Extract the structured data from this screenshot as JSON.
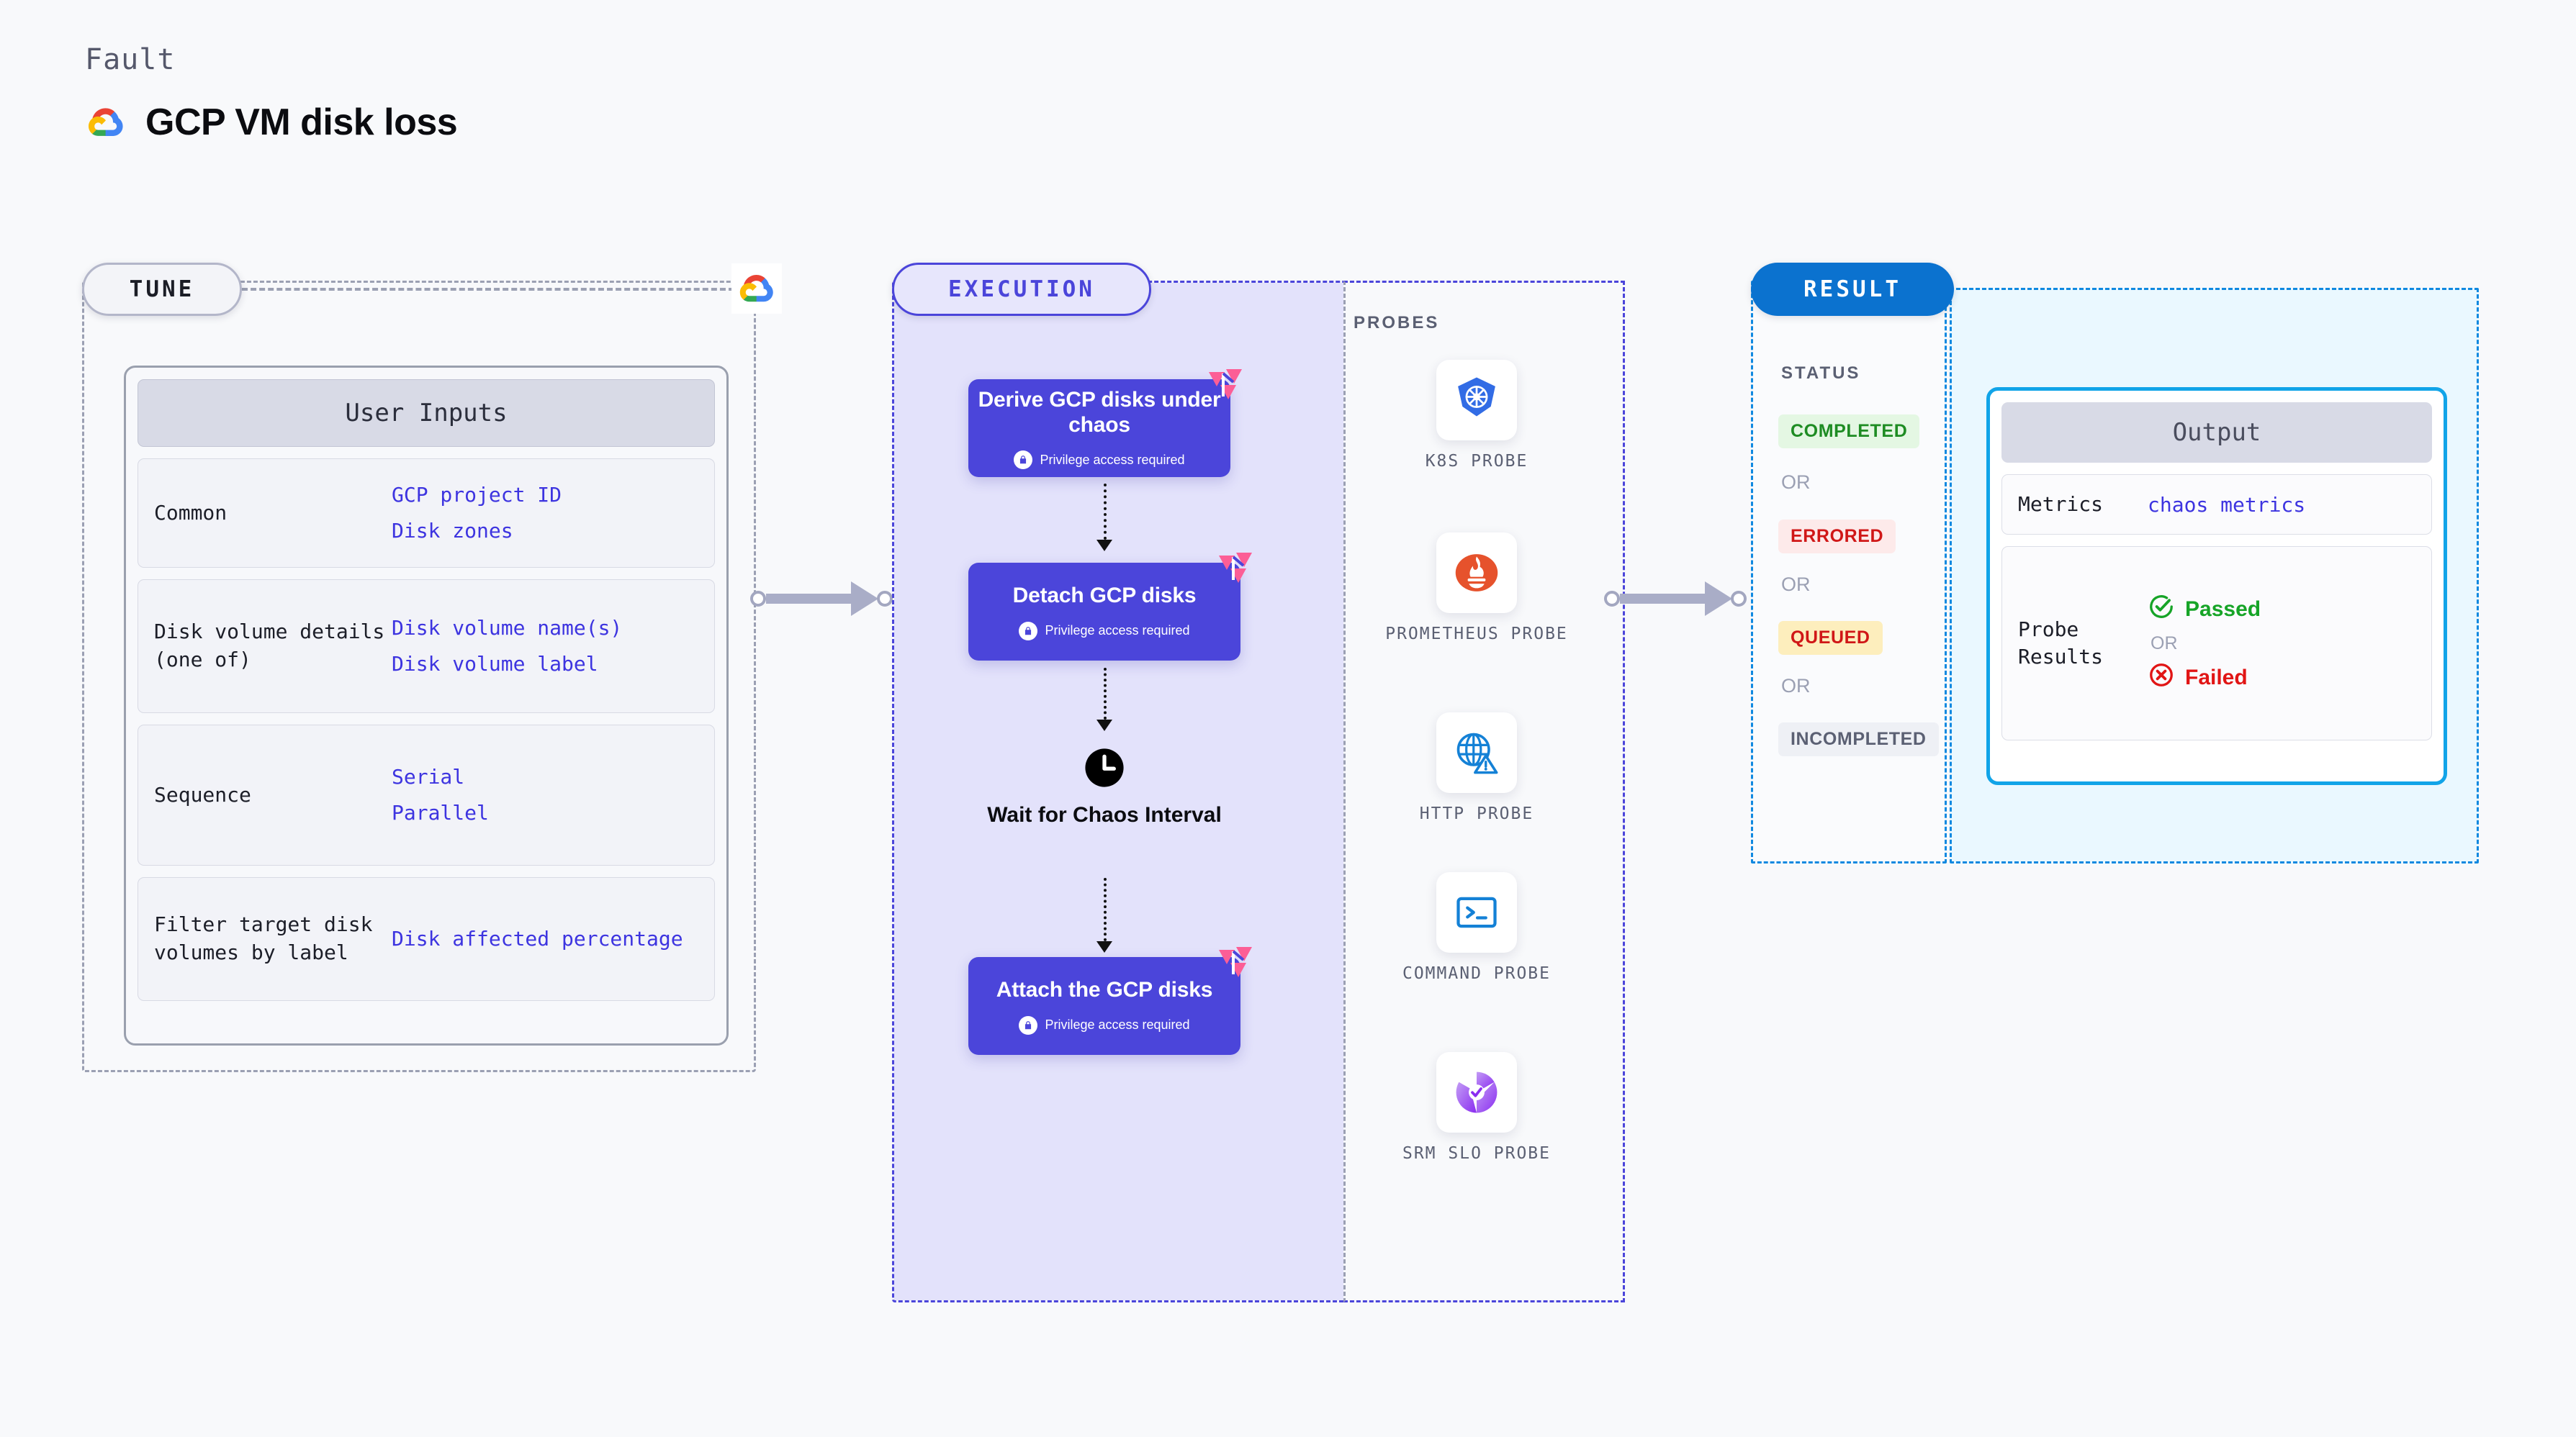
{
  "header": {
    "kicker": "Fault",
    "title": "GCP VM disk loss",
    "logo_icon": "gcp-logo"
  },
  "tune": {
    "pill_label": "TUNE",
    "provider_icon": "gcp-logo",
    "user_inputs": {
      "title": "User Inputs",
      "rows": [
        {
          "label": "Common",
          "values": [
            "GCP project ID",
            "Disk zones"
          ]
        },
        {
          "label": "Disk volume details (one of)",
          "values": [
            "Disk volume name(s)",
            "Disk volume label"
          ]
        },
        {
          "label": "Sequence",
          "values": [
            "Serial",
            "Parallel"
          ]
        },
        {
          "label": "Filter target disk volumes by label",
          "values": [
            "Disk affected percentage"
          ]
        }
      ]
    }
  },
  "execution": {
    "pill_label": "EXECUTION",
    "blocks": [
      {
        "title": "Derive GCP disks under chaos",
        "privilege": "Privilege access required",
        "badge_icon": "litmus-logo-icon",
        "lock_icon": "lock-icon"
      },
      {
        "title": "Detach GCP disks",
        "privilege": "Privilege access required",
        "badge_icon": "litmus-logo-icon",
        "lock_icon": "lock-icon"
      },
      {
        "title": "Attach the GCP disks",
        "privilege": "Privilege access required",
        "badge_icon": "litmus-logo-icon",
        "lock_icon": "lock-icon"
      }
    ],
    "wait_node": {
      "label": "Wait for Chaos Interval",
      "icon": "clock-icon"
    }
  },
  "probes": {
    "title": "PROBES",
    "items": [
      {
        "label": "K8S PROBE",
        "icon": "kubernetes-icon"
      },
      {
        "label": "PROMETHEUS PROBE",
        "icon": "prometheus-icon"
      },
      {
        "label": "HTTP PROBE",
        "icon": "http-globe-icon"
      },
      {
        "label": "COMMAND PROBE",
        "icon": "terminal-icon"
      },
      {
        "label": "SRM SLO PROBE",
        "icon": "srm-slo-icon"
      }
    ]
  },
  "result": {
    "pill_label": "RESULT",
    "status_title": "STATUS",
    "or_label": "OR",
    "statuses": [
      {
        "label": "COMPLETED",
        "bg": "#e4f7e3",
        "fg": "#1e8c23"
      },
      {
        "label": "ERRORED",
        "bg": "#fdeaea",
        "fg": "#d01717"
      },
      {
        "label": "QUEUED",
        "bg": "#fdeebd",
        "fg": "#d01717"
      },
      {
        "label": "INCOMPLETED",
        "bg": "#eef0f5",
        "fg": "#5b6073"
      }
    ],
    "output": {
      "title": "Output",
      "metrics_label": "Metrics",
      "metrics_value": "chaos metrics",
      "probe_results_label": "Probe Results",
      "passed_label": "Passed",
      "failed_label": "Failed",
      "or_label": "OR",
      "passed_icon": "check-circle-icon",
      "failed_icon": "x-circle-icon"
    }
  },
  "colors": {
    "accent_purple": "#4b45da",
    "accent_blue": "#1089e0",
    "exec_bg": "#e3e2fb",
    "result_bg": "#eaf8ff",
    "page_bg": "#f8f9fb",
    "litmus_pink": "#fc5e96"
  }
}
